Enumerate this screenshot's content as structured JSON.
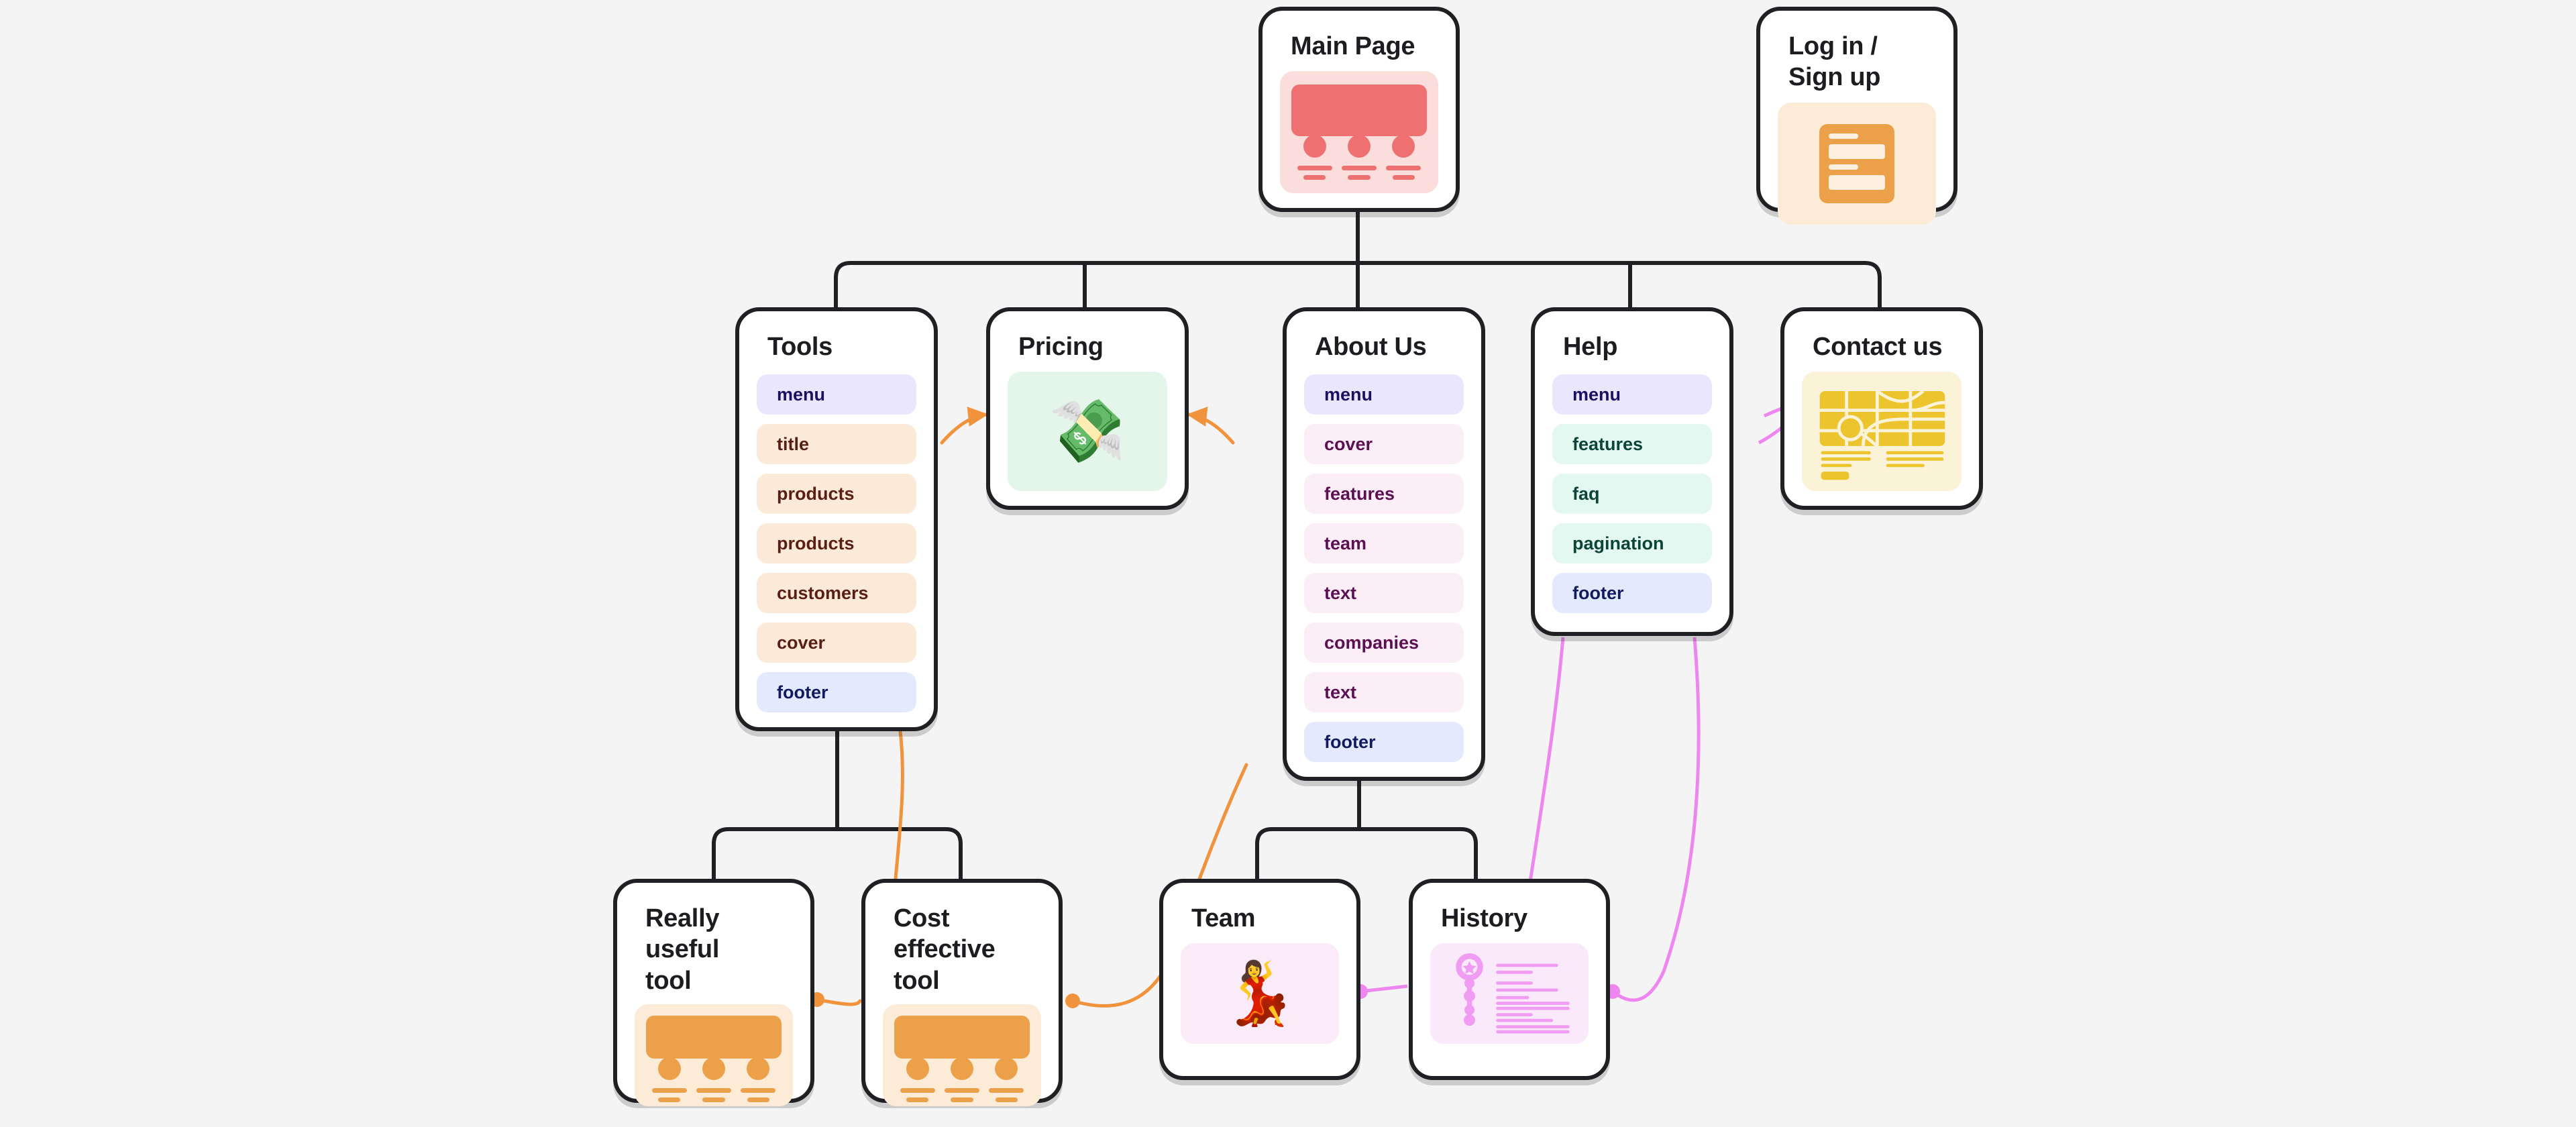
{
  "canvas": {
    "background": "#f5f4f4",
    "stroke": "#1f2023",
    "orange_accent": "#f0933c",
    "pink_accent": "#ed86ef"
  },
  "nodes": {
    "main_page": {
      "title": "Main Page"
    },
    "login": {
      "title": "Log in / Sign up"
    },
    "tools": {
      "title": "Tools"
    },
    "pricing": {
      "title": "Pricing",
      "emoji": "💸"
    },
    "about_us": {
      "title": "About Us"
    },
    "help": {
      "title": "Help"
    },
    "contact_us": {
      "title": "Contact us"
    },
    "really_useful_tool": {
      "title": "Really useful tool"
    },
    "cost_effective_tool": {
      "title": "Cost effective tool"
    },
    "team": {
      "title": "Team",
      "emoji": "💃"
    },
    "history": {
      "title": "History"
    }
  },
  "lists": {
    "tools": [
      {
        "label": "menu",
        "variant": "menu"
      },
      {
        "label": "title",
        "variant": "peach"
      },
      {
        "label": "products",
        "variant": "peach"
      },
      {
        "label": "products",
        "variant": "peach"
      },
      {
        "label": "customers",
        "variant": "peach"
      },
      {
        "label": "cover",
        "variant": "peach"
      },
      {
        "label": "footer",
        "variant": "footer"
      }
    ],
    "about_us": [
      {
        "label": "menu",
        "variant": "menu"
      },
      {
        "label": "cover",
        "variant": "pink"
      },
      {
        "label": "features",
        "variant": "pink"
      },
      {
        "label": "team",
        "variant": "pink"
      },
      {
        "label": "text",
        "variant": "pink"
      },
      {
        "label": "companies",
        "variant": "pink"
      },
      {
        "label": "text",
        "variant": "pink"
      },
      {
        "label": "footer",
        "variant": "footer"
      }
    ],
    "help": [
      {
        "label": "menu",
        "variant": "menu"
      },
      {
        "label": "features",
        "variant": "mint"
      },
      {
        "label": "faq",
        "variant": "mint"
      },
      {
        "label": "pagination",
        "variant": "mint"
      },
      {
        "label": "footer",
        "variant": "footer"
      }
    ]
  },
  "icons": {
    "main_page": "wireframe-hero-icon",
    "login": "form-icon",
    "pricing": "money-with-wings-emoji",
    "contact_us": "map-icon",
    "really_useful_tool": "wireframe-hero-icon",
    "cost_effective_tool": "wireframe-hero-icon",
    "team": "dancer-emoji",
    "history": "timeline-icon"
  }
}
